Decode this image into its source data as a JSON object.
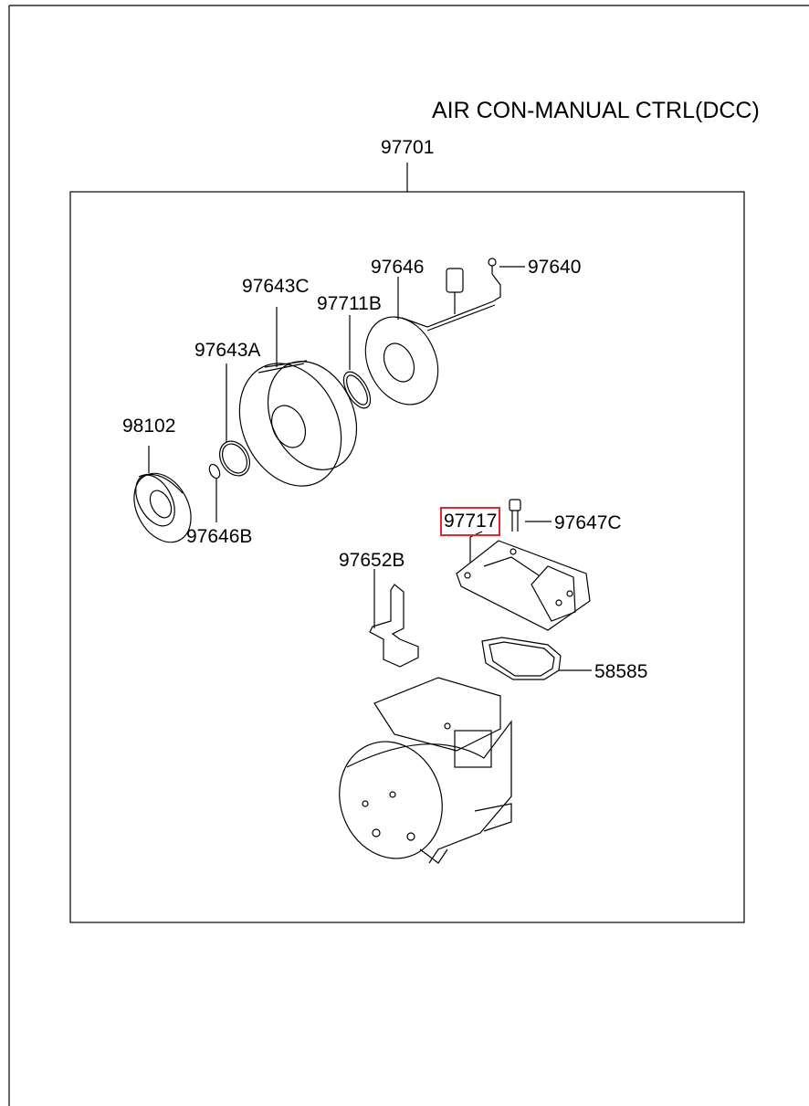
{
  "diagram": {
    "title": "AIR CON-MANUAL CTRL(DCC)",
    "assembly_number": "97701",
    "highlight_color": "#e8262a",
    "parts": [
      {
        "id": "98102",
        "label": "98102"
      },
      {
        "id": "97646B",
        "label": "97646B"
      },
      {
        "id": "97643A",
        "label": "97643A"
      },
      {
        "id": "97643C",
        "label": "97643C"
      },
      {
        "id": "97711B",
        "label": "97711B"
      },
      {
        "id": "97646",
        "label": "97646"
      },
      {
        "id": "97640",
        "label": "97640"
      },
      {
        "id": "97717",
        "label": "97717",
        "highlighted": true
      },
      {
        "id": "97647C",
        "label": "97647C"
      },
      {
        "id": "97652B",
        "label": "97652B"
      },
      {
        "id": "58585",
        "label": "58585"
      }
    ]
  }
}
